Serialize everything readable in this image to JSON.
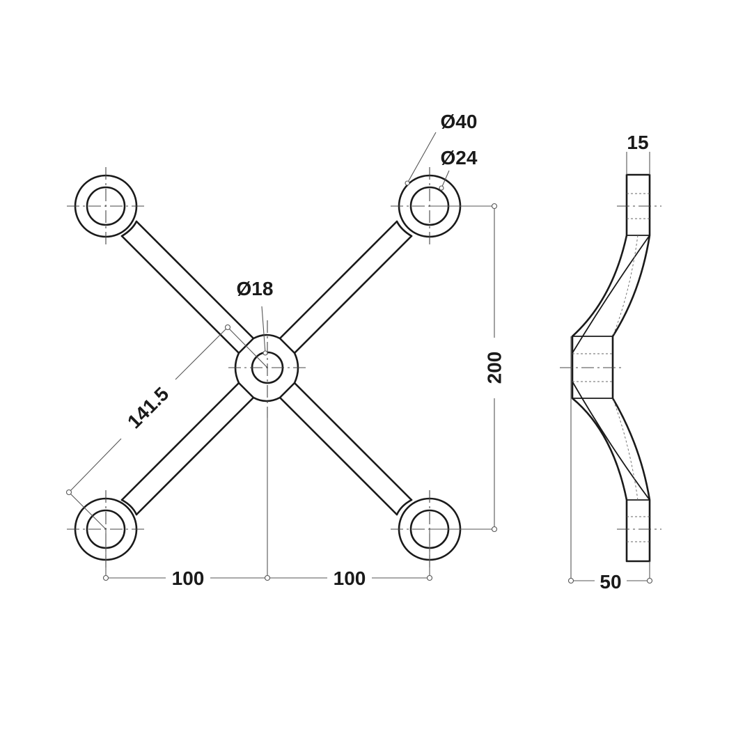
{
  "dimensions": {
    "outer_diameter": "Ø40",
    "hole_diameter": "Ø24",
    "center_hole_diameter": "Ø18",
    "diagonal_length": "141.5",
    "vertical_span": "200",
    "left_spacing": "100",
    "right_spacing": "100",
    "thickness": "15",
    "depth": "50"
  }
}
